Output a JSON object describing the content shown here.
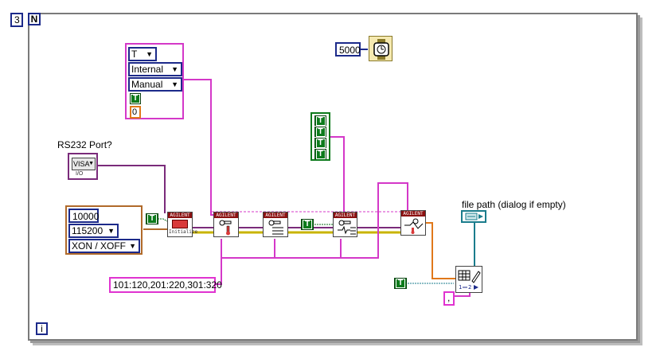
{
  "loop_count_label": "3",
  "loop_n_label": "N",
  "loop_i_label": "i",
  "wait_ms": "5000",
  "cluster_top": {
    "enum1": "T",
    "enum2": "Internal",
    "enum3": "Manual",
    "bool_label": "T",
    "number": "0"
  },
  "bool_array": [
    "T",
    "T",
    "T",
    "T"
  ],
  "rs232_label": "RS232 Port?",
  "visa_label": "VISA",
  "visa_sub": "I/O",
  "serial_cluster": {
    "timeout": "10000",
    "baud": "115200",
    "flow": "XON / XOFF"
  },
  "bool_init": "T",
  "bool_mid": "T",
  "bool_write": "T",
  "channel_list": "101:120,201:220,301:320",
  "file_path_label": "file path (dialog if empty)",
  "delimiter": ",",
  "vi_header": "AGILENT",
  "vi_init_label": "Initialize",
  "colors": {
    "pink_wire": "#d438c8",
    "visa_wire": "#7a2b7a",
    "error_wire": "#c9b400",
    "green_wire": "#0b6e17",
    "orange_wire": "#e0781a",
    "teal_wire": "#1a7c8c",
    "blue_wire": "#1c2a8a"
  }
}
